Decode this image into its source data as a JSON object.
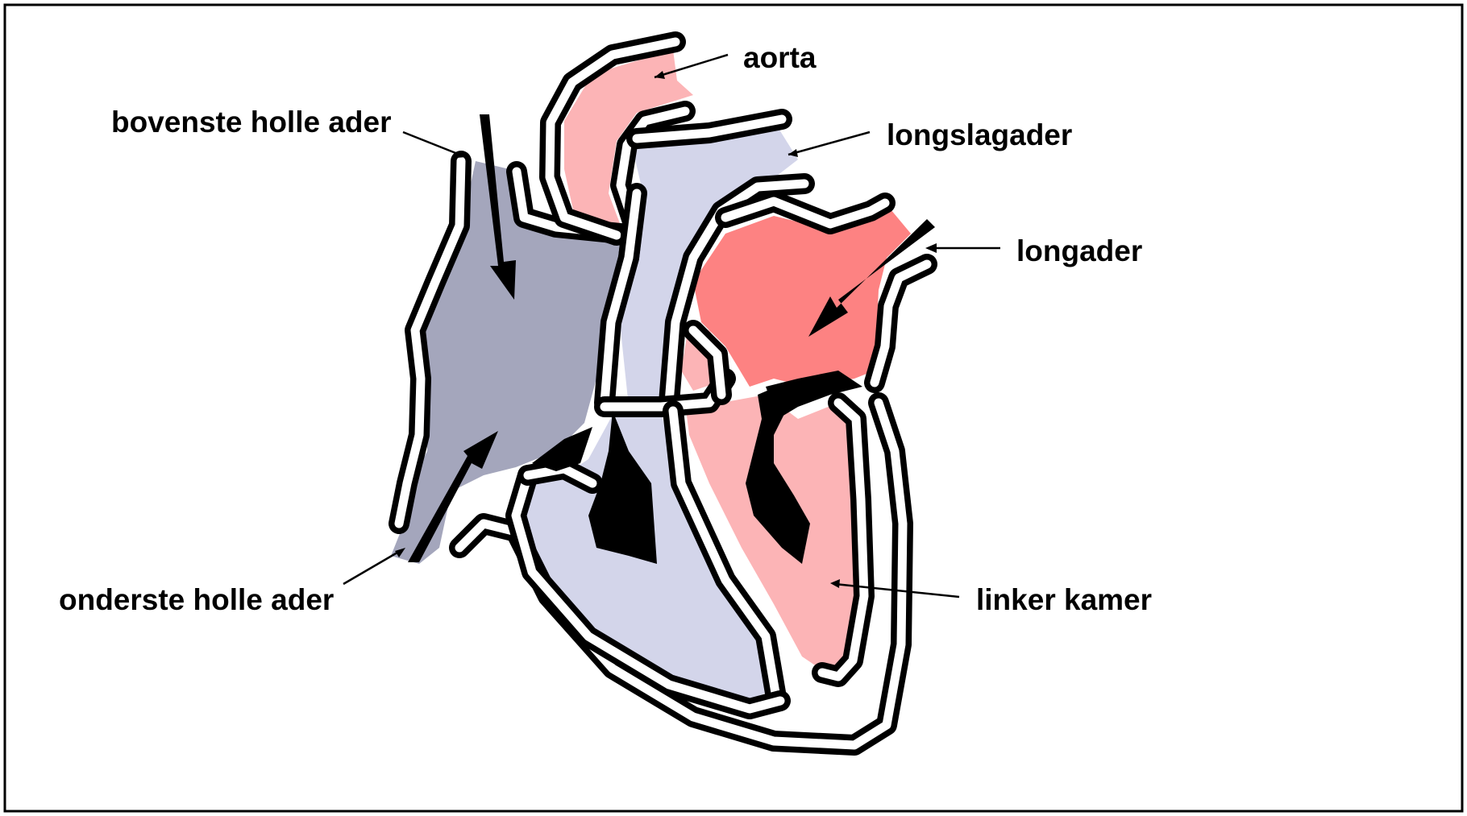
{
  "diagram": {
    "labels": {
      "aorta": "aorta",
      "superior_vena_cava": "bovenste holle ader",
      "pulmonary_artery": "longslagader",
      "pulmonary_vein": "longader",
      "inferior_vena_cava": "onderste holle ader",
      "left_ventricle": "linker kamer"
    },
    "colors": {
      "deoxygenated_atrium": "#a4a6bc",
      "deoxygenated_light": "#d3d5ea",
      "oxygenated_atrium": "#fd8282",
      "oxygenated_light": "#fcb4b6",
      "wall": "#000000",
      "wall_highlight": "#ffffff",
      "frame": "#000000"
    }
  }
}
